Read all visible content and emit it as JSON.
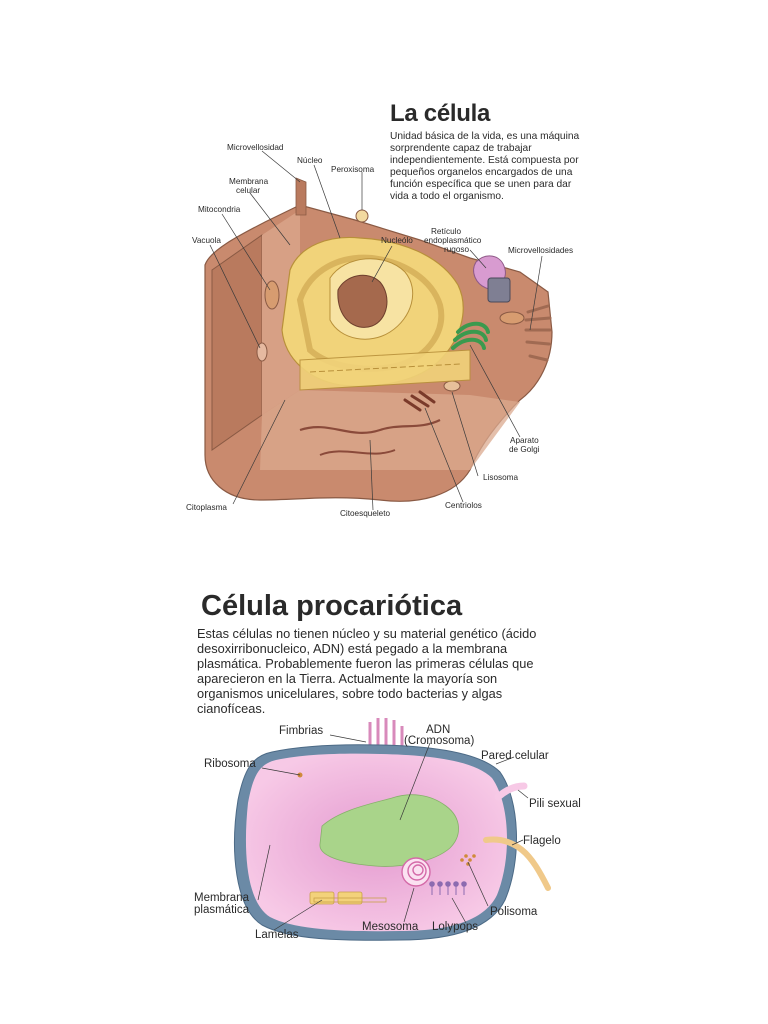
{
  "eukaryote": {
    "title": "La célula",
    "description": "Unidad básica de la vida, es una máquina sorprendente capaz de trabajar independientemente. Está compuesta por pequeños organelos encargados de una función específica que se unen para dar vida a todo el organismo.",
    "labels": {
      "microvellosidad": "Microvellosidad",
      "nucleo": "Núcleo",
      "peroxisoma": "Peroxisoma",
      "membrana_celular_1": "Membrana",
      "membrana_celular_2": "celular",
      "mitocondria": "Mitocondria",
      "vacuola": "Vacuola",
      "nucleolo": "Nucleólo",
      "reticulo_1": "Retículo",
      "reticulo_2": "endoplasmático",
      "reticulo_3": "rugoso",
      "microvellosidades": "Microvellosidades",
      "aparato_golgi_1": "Aparato",
      "aparato_golgi_2": "de Golgi",
      "lisosoma": "Lisosoma",
      "citoplasma": "Citoplasma",
      "citoesqueleto": "Citoesqueleto",
      "centriolos": "Centriolos"
    }
  },
  "prokaryote": {
    "title": "Célula procariótica",
    "description_lines": [
      "Estas células no tienen núcleo y su material genético (ácido",
      "desoxirribonucleico, ADN) está pegado a la membrana",
      "plasmática. Probablemente fueron las primeras células que",
      "aparecieron en la Tierra. Actualmente la mayoría son",
      "organismos unicelulares, sobre todo bacterias y algas",
      "cianofíceas."
    ],
    "labels": {
      "fimbrias": "Fimbrias",
      "adn_1": "ADN",
      "adn_2": "(Cromosoma)",
      "pared_celular": "Pared celular",
      "ribosoma": "Ribosoma",
      "pili_sexual": "Pili sexual",
      "flagelo": "Flagelo",
      "membrana_1": "Membrana",
      "membrana_2": "plasmática",
      "polisoma": "Polisoma",
      "lamelas": "Lamelas",
      "mesosoma": "Mesosoma",
      "lolypops": "Lolypops"
    }
  },
  "colors": {
    "cell_body": "#c98a6e",
    "cell_light": "#e3b59a",
    "nucleus": "#f1d37a",
    "nucleolus": "#a5694d",
    "golgi": "#3a9a4e",
    "er_rough": "#d89bd0",
    "pro_cytoplasm": "#f4bfe0",
    "pro_wall": "#6b8aa6",
    "pro_dna": "#a9d48a"
  }
}
